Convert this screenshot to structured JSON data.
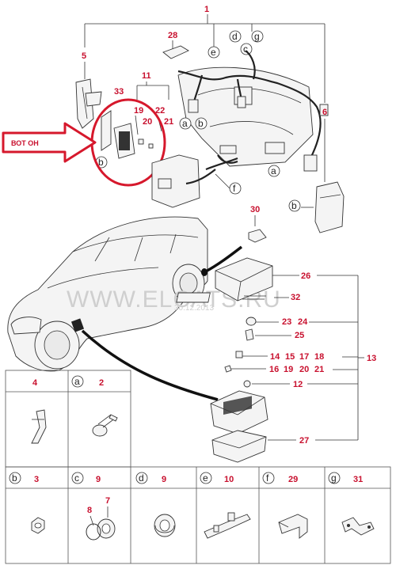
{
  "callout": {
    "text": "ВОТ ОН",
    "color": "#c8102e"
  },
  "watermark": {
    "text": "WWW.ELCATS.RU",
    "date": "30.12.2013"
  },
  "labels": {
    "n1": "1",
    "n28": "28",
    "n5": "5",
    "n11": "11",
    "n33": "33",
    "n19a": "19",
    "n22": "22",
    "n20a": "20",
    "n21a": "21",
    "n6": "6",
    "n30": "30",
    "n26": "26",
    "n32": "32",
    "n23": "23",
    "n24": "24",
    "n25": "25",
    "n14": "14",
    "n15": "15",
    "n17": "17",
    "n18": "18",
    "n13": "13",
    "n16": "16",
    "n19b": "19",
    "n20b": "20",
    "n21b": "21",
    "n12": "12",
    "n27": "27"
  },
  "circle_letters": {
    "a": "a",
    "b": "b",
    "c": "c",
    "d": "d",
    "e": "e",
    "f": "f",
    "g": "g"
  },
  "grid_top": [
    {
      "letter": "",
      "num": "4"
    },
    {
      "letter": "a",
      "num": "2"
    }
  ],
  "grid_bottom": [
    {
      "letter": "b",
      "num": "3"
    },
    {
      "letter": "c",
      "num": "9"
    },
    {
      "letter": "d",
      "num": "9"
    },
    {
      "letter": "e",
      "num": "10"
    },
    {
      "letter": "f",
      "num": "29"
    },
    {
      "letter": "g",
      "num": "31"
    }
  ],
  "cell_extra": {
    "n8": "8",
    "n7": "7"
  }
}
